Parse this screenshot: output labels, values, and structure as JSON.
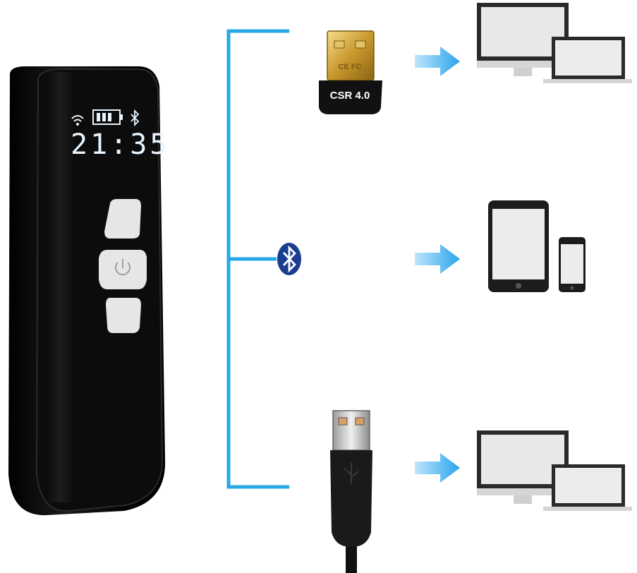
{
  "scanner": {
    "clock": "21:35",
    "icons": [
      "wifi-icon",
      "battery-icon",
      "bluetooth-icon"
    ],
    "buttons": [
      "trigger-button",
      "power-button",
      "lower-button"
    ]
  },
  "connections": {
    "top": {
      "adapter": {
        "label": "CSR 4.0",
        "marks": "CE FC"
      },
      "arrow_color": "#3fb0f0",
      "targets": [
        "monitor-icon",
        "laptop-icon"
      ]
    },
    "middle": {
      "adapter": {
        "icon": "bluetooth-icon",
        "color": "#1a3d8f"
      },
      "arrow_color": "#3fb0f0",
      "targets": [
        "tablet-icon",
        "smartphone-icon"
      ]
    },
    "bottom": {
      "adapter": {
        "icon": "usb-cable-icon"
      },
      "arrow_color": "#3fb0f0",
      "targets": [
        "monitor-icon",
        "laptop-icon"
      ]
    }
  },
  "colors": {
    "bracket": "#29a8e8",
    "device_body": "#0a0a0a",
    "screen_frame": "#2b2b2b"
  }
}
